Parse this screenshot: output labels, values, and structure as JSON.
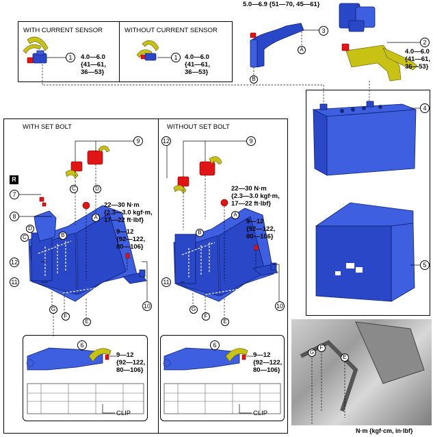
{
  "torque_unit": "N·m {kgf·cm, in·lbf}",
  "top_torque_3": "5.0—6.9 {51—70, 45—61}",
  "callouts": {
    "n1": "1",
    "n2": "2",
    "n3": "3",
    "n4": "4",
    "n5": "5",
    "n6": "6",
    "n7": "7",
    "n8": "8",
    "n9": "9",
    "n10": "10",
    "n11": "11",
    "n12": "12"
  },
  "letters": {
    "a": "A",
    "b": "B",
    "c": "C",
    "d": "D",
    "e": "E",
    "f": "F",
    "g": "G"
  },
  "sensor_panel": {
    "with_label": "WITH CURRENT SENSOR",
    "without_label": "WITHOUT CURRENT SENSOR",
    "torque_lines": [
      "4.0—6.0",
      "{41—61,",
      "36—53}"
    ]
  },
  "torque_2_lines": [
    "4.0—6.0",
    "{41—61,",
    "36—53}"
  ],
  "set_bolt_panel": {
    "with_label": "WITH SET BOLT",
    "without_label": "WITHOUT SET BOLT",
    "big_torque_lines": [
      "22—30 N·m",
      "{2.3—3.0 kgf·m,",
      "17—22 ft·lbf}"
    ],
    "small_torque_lines": [
      "9—12",
      "{92—122,",
      "80—106}"
    ],
    "detail_torque_lines": [
      "9—12",
      "{92—122,",
      "80—106}"
    ],
    "clip_label": "CLIP",
    "r_label": "R"
  },
  "colors": {
    "part_blue": "#2a47c8",
    "bolt_red": "#e01515",
    "cable_yellow": "#c7c214"
  }
}
